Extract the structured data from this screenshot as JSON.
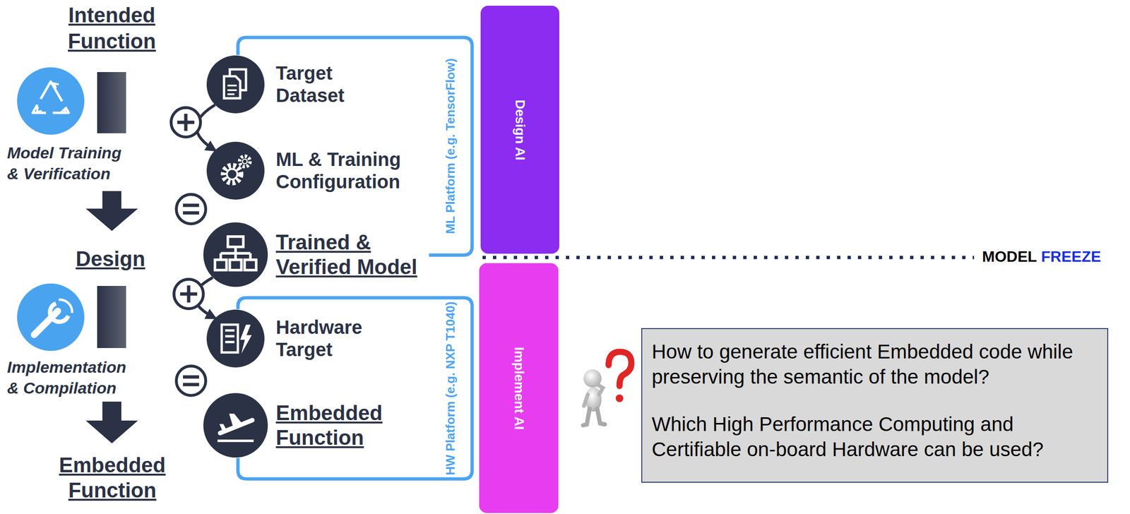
{
  "diagram": {
    "nodes": [
      {
        "text": [
          "Target Dataset"
        ]
      },
      {
        "text": [
          "ML & Training Configuration"
        ]
      },
      {
        "text": [
          "Trained & Verified Model"
        ]
      },
      {
        "text": [
          "Hardware Target"
        ]
      },
      {
        "text": [
          "Embedded Function"
        ]
      },
      {
        "text": [
          "Design AI"
        ]
      },
      {
        "text": [
          "Implement AI"
        ]
      },
      {
        "text": [
          "How to generate efficient Embedded code while preserving the semantic of the model?",
          "Which High Performance Computing and Certifiable on-board Hardware can be used?"
        ]
      }
    ],
    "edges": [
      {
        "from": 0,
        "to": 1,
        "arrow": "to"
      },
      {
        "from": 2,
        "to": 3,
        "arrow": "to"
      }
    ],
    "labels": [
      "Intended Function",
      "Model Training & Verification",
      "Design",
      "Implementation & Compilation",
      "Embedded Function",
      "ML Platform (e.g. TensorFlow)",
      "HW Platform (e.g. NXP T1040)",
      "MODEL",
      "FREEZE"
    ]
  }
}
